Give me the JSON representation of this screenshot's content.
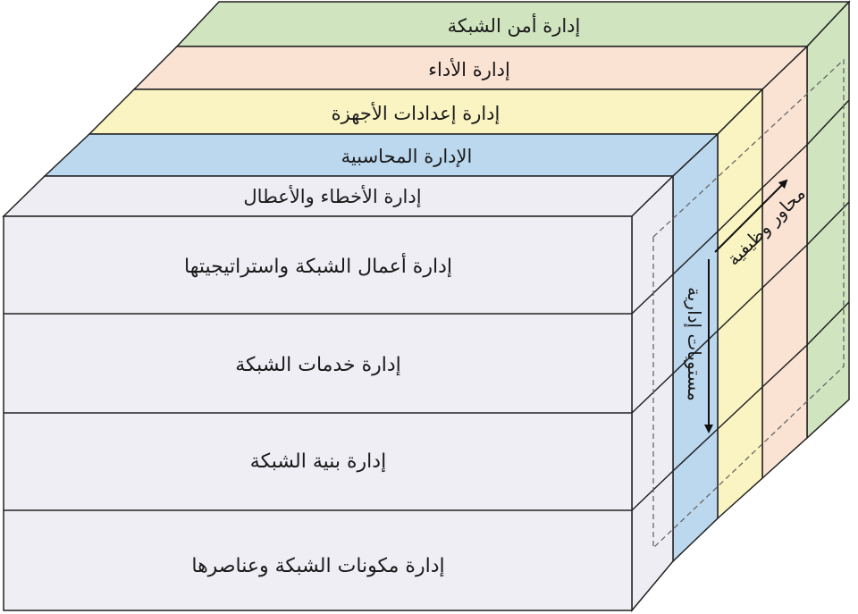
{
  "functional_layers": [
    {
      "label": "إدارة أمن الشبكة",
      "color": "#cfe4bf"
    },
    {
      "label": "إدارة الأداء",
      "color": "#fbe3d4"
    },
    {
      "label": "إدارة إعدادات الأجهزة",
      "color": "#faf4c2"
    },
    {
      "label": "الإدارة المحاسبية",
      "color": "#bcd8ef"
    },
    {
      "label": "إدارة الأخطاء والأعطال",
      "color": "#efedf4"
    }
  ],
  "management_levels": [
    {
      "label": "إدارة أعمال الشبكة واستراتيجيتها"
    },
    {
      "label": "إدارة خدمات الشبكة"
    },
    {
      "label": "إدارة بنية الشبكة"
    },
    {
      "label": "إدارة مكونات الشبكة وعناصرها"
    }
  ],
  "axes": {
    "levels_label": "مستويات إدارية",
    "functional_label": "محاور وظيفية"
  },
  "colors": {
    "front_face": "#f0eef5",
    "grid_line": "#222222"
  }
}
